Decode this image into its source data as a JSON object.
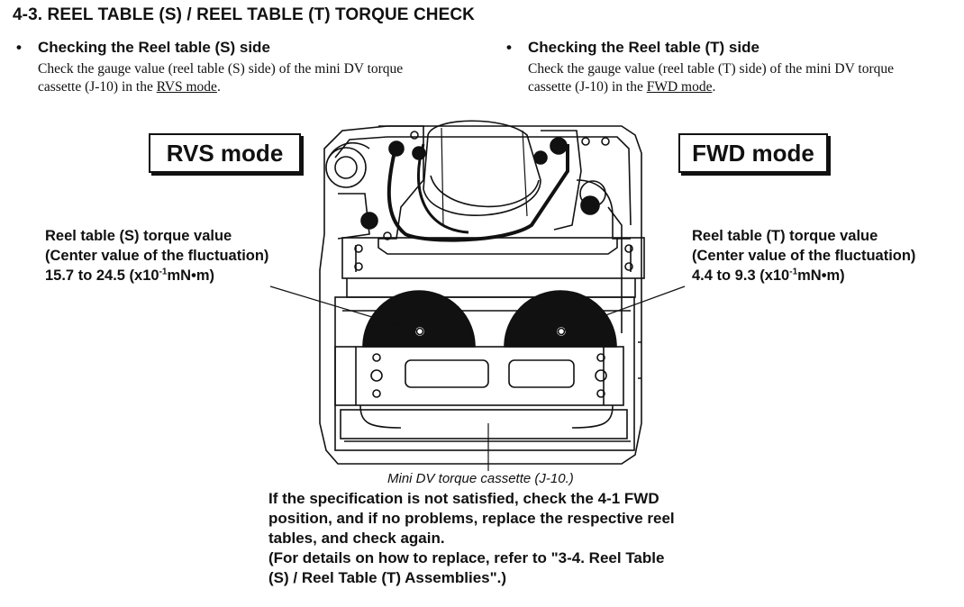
{
  "title": "4-3. REEL TABLE (S) / REEL TABLE (T) TORQUE CHECK",
  "left": {
    "bullet": "•",
    "heading": "Checking the Reel table (S) side",
    "line1": "Check the gauge value (reel table (S) side) of the mini DV torque",
    "line2_prefix": "cassette (J-10) in the ",
    "line2_mode": "RVS mode",
    "line2_suffix": "."
  },
  "right": {
    "bullet": "•",
    "heading": "Checking the Reel table (T) side",
    "line1": "Check the gauge value (reel table (T) side) of the mini DV torque",
    "line2_prefix": "cassette (J-10) in the ",
    "line2_mode": "FWD mode",
    "line2_suffix": "."
  },
  "rvs_box": "RVS mode",
  "fwd_box": "FWD mode",
  "callout_s": {
    "line1": "Reel table (S) torque value",
    "line2": "(Center value of the fluctuation)",
    "line3_a": "15.7 to 24.5 (x10",
    "line3_sup": "-1",
    "line3_b": "mN•m)"
  },
  "callout_t": {
    "line1": "Reel table (T) torque value",
    "line2": "(Center value of the fluctuation)",
    "line3_a": "4.4 to 9.3 (x10",
    "line3_sup": "-1",
    "line3_b": "mN•m)"
  },
  "caption": "Mini DV torque cassette (J-10.)",
  "note": {
    "line1": "If the specification is not satisfied, check the 4-1 FWD",
    "line2": "position, and if no problems, replace the respective reel",
    "line3": "tables, and check again.",
    "line4": "(For details on how to replace, refer to \"3-4. Reel Table",
    "line5": "(S) / Reel Table (T) Assemblies\".)"
  }
}
